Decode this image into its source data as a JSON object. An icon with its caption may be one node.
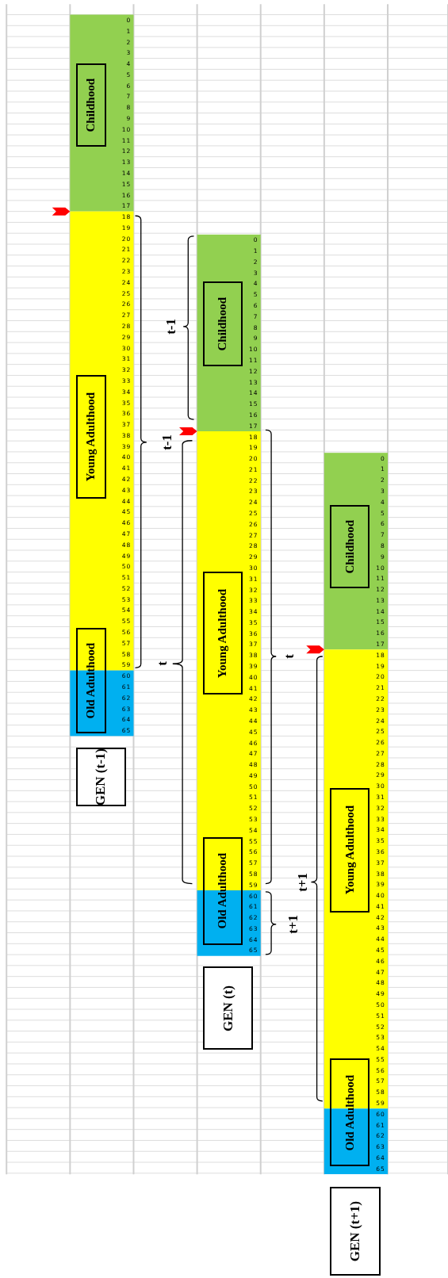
{
  "diagram": {
    "nodes": [
      {
        "text": [
          "Childhood"
        ]
      },
      {
        "text": [
          "Young Adulthood"
        ]
      },
      {
        "text": [
          "Old Adulthood"
        ]
      },
      {
        "text": [
          "GEN (t-1)"
        ]
      },
      {
        "text": [
          "Childhood"
        ]
      },
      {
        "text": [
          "Young Adulthood"
        ]
      },
      {
        "text": [
          "Old Adulthood"
        ]
      },
      {
        "text": [
          "GEN (t)"
        ]
      },
      {
        "text": [
          "Childhood"
        ]
      },
      {
        "text": [
          "Young Adulthood"
        ]
      },
      {
        "text": [
          "Old Adulthood"
        ]
      },
      {
        "text": [
          "GEN (t+1)"
        ]
      }
    ],
    "labels": [
      "0",
      "1",
      "2",
      "3",
      "4",
      "5",
      "6",
      "7",
      "8",
      "9",
      "10",
      "11",
      "12",
      "13",
      "14",
      "15",
      "16",
      "17",
      "18",
      "19",
      "20",
      "21",
      "22",
      "23",
      "24",
      "25",
      "26",
      "27",
      "28",
      "29",
      "30",
      "31",
      "32",
      "33",
      "34",
      "35",
      "36",
      "37",
      "38",
      "39",
      "40",
      "41",
      "42",
      "43",
      "44",
      "45",
      "46",
      "47",
      "48",
      "49",
      "50",
      "51",
      "52",
      "53",
      "54",
      "55",
      "56",
      "57",
      "58",
      "59",
      "60",
      "61",
      "62",
      "63",
      "64",
      "65",
      "0",
      "1",
      "2",
      "3",
      "4",
      "5",
      "6",
      "7",
      "8",
      "9",
      "10",
      "11",
      "12",
      "13",
      "14",
      "15",
      "16",
      "17",
      "18",
      "19",
      "20",
      "21",
      "22",
      "23",
      "24",
      "25",
      "26",
      "27",
      "28",
      "29",
      "30",
      "31",
      "32",
      "33",
      "34",
      "35",
      "36",
      "37",
      "38",
      "39",
      "40",
      "41",
      "42",
      "43",
      "44",
      "45",
      "46",
      "47",
      "48",
      "49",
      "50",
      "51",
      "52",
      "53",
      "54",
      "55",
      "56",
      "57",
      "58",
      "59",
      "60",
      "61",
      "62",
      "63",
      "64",
      "65",
      "0",
      "1",
      "2",
      "3",
      "4",
      "5",
      "6",
      "7",
      "8",
      "9",
      "10",
      "11",
      "12",
      "13",
      "14",
      "15",
      "16",
      "17",
      "18",
      "19",
      "20",
      "21",
      "22",
      "23",
      "24",
      "25",
      "26",
      "27",
      "28",
      "29",
      "30",
      "31",
      "32",
      "33",
      "34",
      "35",
      "36",
      "37",
      "38",
      "39",
      "40",
      "41",
      "42",
      "43",
      "44",
      "45",
      "46",
      "47",
      "48",
      "49",
      "50",
      "51",
      "52",
      "53",
      "54",
      "55",
      "56",
      "57",
      "58",
      "59",
      "60",
      "61",
      "62",
      "63",
      "64",
      "65",
      "t-1",
      "t-1",
      "t",
      "t",
      "t+1",
      "t+1"
    ]
  }
}
